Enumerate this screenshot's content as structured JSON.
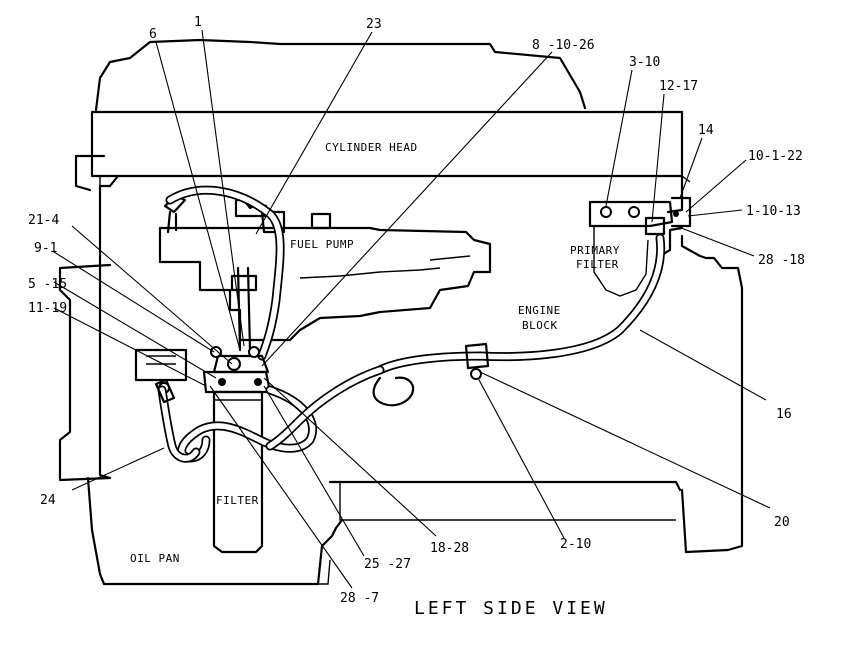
{
  "title": "LEFT SIDE VIEW",
  "part_labels": {
    "cylinder_head": "CYLINDER HEAD",
    "fuel_pump": "FUEL PUMP",
    "primary_filter_line1": "PRIMARY",
    "primary_filter_line2": "FILTER",
    "engine_block_line1": "ENGINE",
    "engine_block_line2": "BLOCK",
    "filter": "FILTER",
    "oil_pan": "OIL PAN"
  },
  "callouts": [
    {
      "id": "c1",
      "text": "1"
    },
    {
      "id": "c6",
      "text": "6"
    },
    {
      "id": "c23",
      "text": "23"
    },
    {
      "id": "c8",
      "text": "8 -10-26"
    },
    {
      "id": "c3",
      "text": "3-10"
    },
    {
      "id": "c12",
      "text": "12-17"
    },
    {
      "id": "c14",
      "text": "14"
    },
    {
      "id": "c10",
      "text": "10-1-22"
    },
    {
      "id": "c1b",
      "text": "1-10-13"
    },
    {
      "id": "c28a",
      "text": "28 -18"
    },
    {
      "id": "c21",
      "text": "21-4"
    },
    {
      "id": "c9",
      "text": "9-1"
    },
    {
      "id": "c5",
      "text": "5 -15"
    },
    {
      "id": "c11",
      "text": "11-19"
    },
    {
      "id": "c16",
      "text": "16"
    },
    {
      "id": "c24",
      "text": "24"
    },
    {
      "id": "c20",
      "text": "20"
    },
    {
      "id": "c18",
      "text": "18-28"
    },
    {
      "id": "c2",
      "text": "2-10"
    },
    {
      "id": "c25",
      "text": "25 -27"
    },
    {
      "id": "c28b",
      "text": "28 -7"
    }
  ]
}
